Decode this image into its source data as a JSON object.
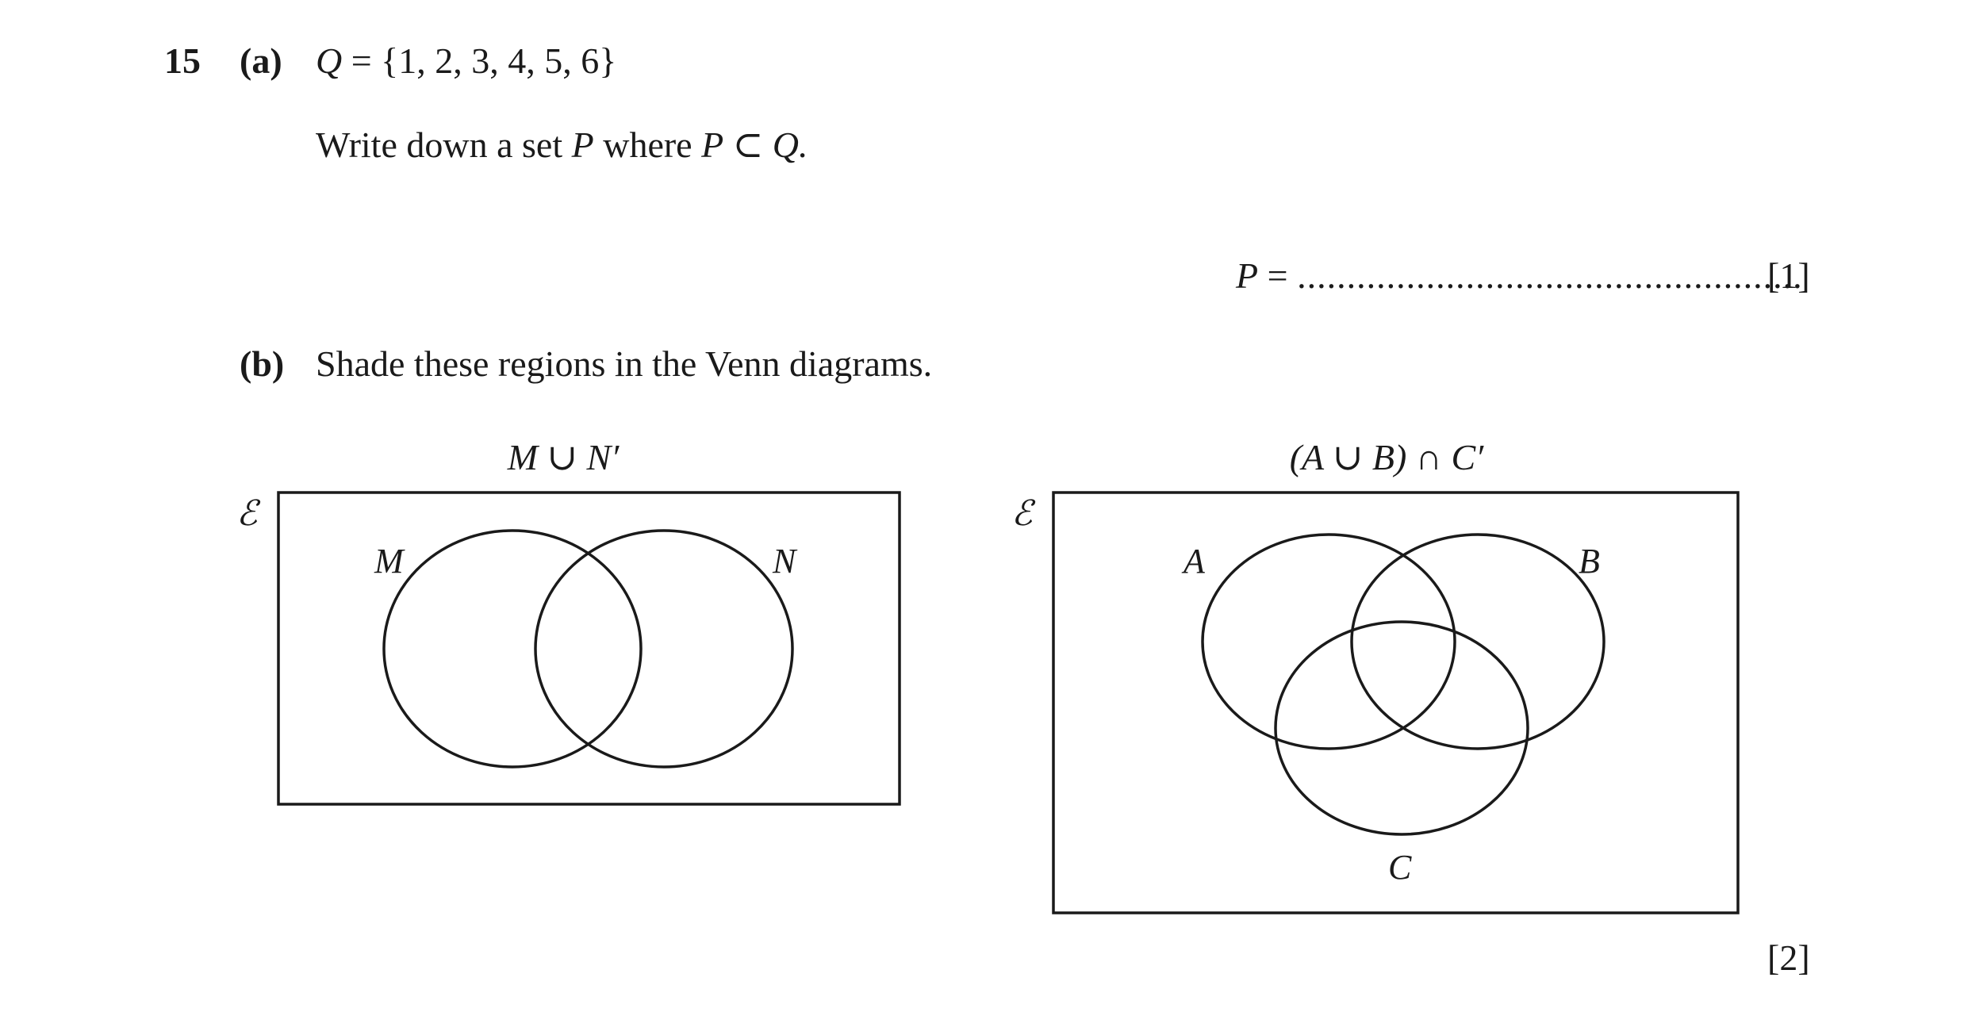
{
  "question": {
    "number": "15",
    "part_a": {
      "label": "(a)",
      "set_name": "Q",
      "set_definition": "= {1, 2, 3, 4, 5, 6}",
      "instruction_start": "Write down a set",
      "instruction_var": "P",
      "instruction_where": "where",
      "instruction_relation_lhs": "P",
      "instruction_relation_symbol": "⊂",
      "instruction_relation_rhs": "Q.",
      "answer_var": "P",
      "answer_equals": "=",
      "answer_dots": "...................................................",
      "marks": "[1]"
    },
    "part_b": {
      "label": "(b)",
      "instruction": "Shade these regions in the Venn diagrams.",
      "diagram_1": {
        "title": "M ∪ N′",
        "universal_symbol": "ℰ",
        "circle_labels": [
          "M",
          "N"
        ]
      },
      "diagram_2": {
        "title": "(A ∪ B) ∩ C′",
        "universal_symbol": "ℰ",
        "circle_labels": [
          "A",
          "B",
          "C"
        ]
      },
      "marks": "[2]"
    }
  }
}
